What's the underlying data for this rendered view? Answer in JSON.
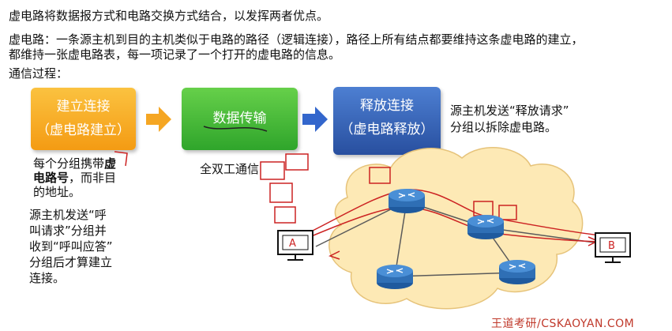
{
  "intro": "虚电路将数据报方式和电路交换方式结合，以发挥两者优点。",
  "definition_line1": "虚电路：一条源主机到目的主机类似于电路的路径（逻辑连接），路径上所有结点都要维持这条虚电路的建立，",
  "definition_line2": "都维持一张虚电路表，每一项记录了一个打开的虚电路的信息。",
  "process_label": "通信过程：",
  "steps": [
    {
      "title": "建立连接",
      "subtitle": "（虚电路建立）"
    },
    {
      "title": "数据传输",
      "subtitle": ""
    },
    {
      "title": "释放连接",
      "subtitle": "（虚电路释放）"
    }
  ],
  "release_note": {
    "line1": "源主机发送“释放请求”",
    "line2": "分组以拆除虚电路。"
  },
  "setup_note": {
    "line1a": "每个分组携带",
    "line1b": "虚",
    "line2a": "电路号",
    "line2b": "，而非目",
    "line3": "的地址。"
  },
  "call_note": [
    "源主机发送“呼",
    "叫请求”分组并",
    "收到“呼叫应答”",
    "分组后才算建立",
    "连接。"
  ],
  "duplex_note": "全双工通信",
  "host_a": "A",
  "host_b": "B",
  "watermark": "王道考研/CSKAOYAN.COM",
  "colors": {
    "step1": "#f49b13",
    "step2": "#2fa52b",
    "step3": "#284f9f",
    "arrow1": "#f5a623",
    "arrow2": "#3366cc",
    "cloud": "#fde9b5",
    "router": "#2f6fb5",
    "annotation": "#cc2222"
  }
}
